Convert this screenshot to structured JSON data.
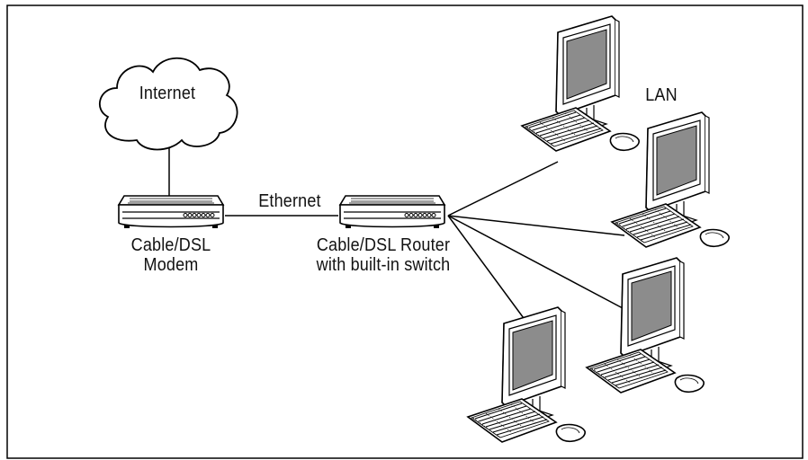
{
  "diagram": {
    "internet_label": "Internet",
    "ethernet_label": "Ethernet",
    "modem_label_line1": "Cable/DSL",
    "modem_label_line2": "Modem",
    "router_label_line1": "Cable/DSL Router",
    "router_label_line2": "with built-in switch",
    "lan_label": "LAN"
  },
  "colors": {
    "line": "#000000",
    "screen": "#8c8c8c",
    "background": "#ffffff"
  },
  "icons": [
    "cloud-icon",
    "modem-icon",
    "router-icon",
    "computer-icon"
  ]
}
